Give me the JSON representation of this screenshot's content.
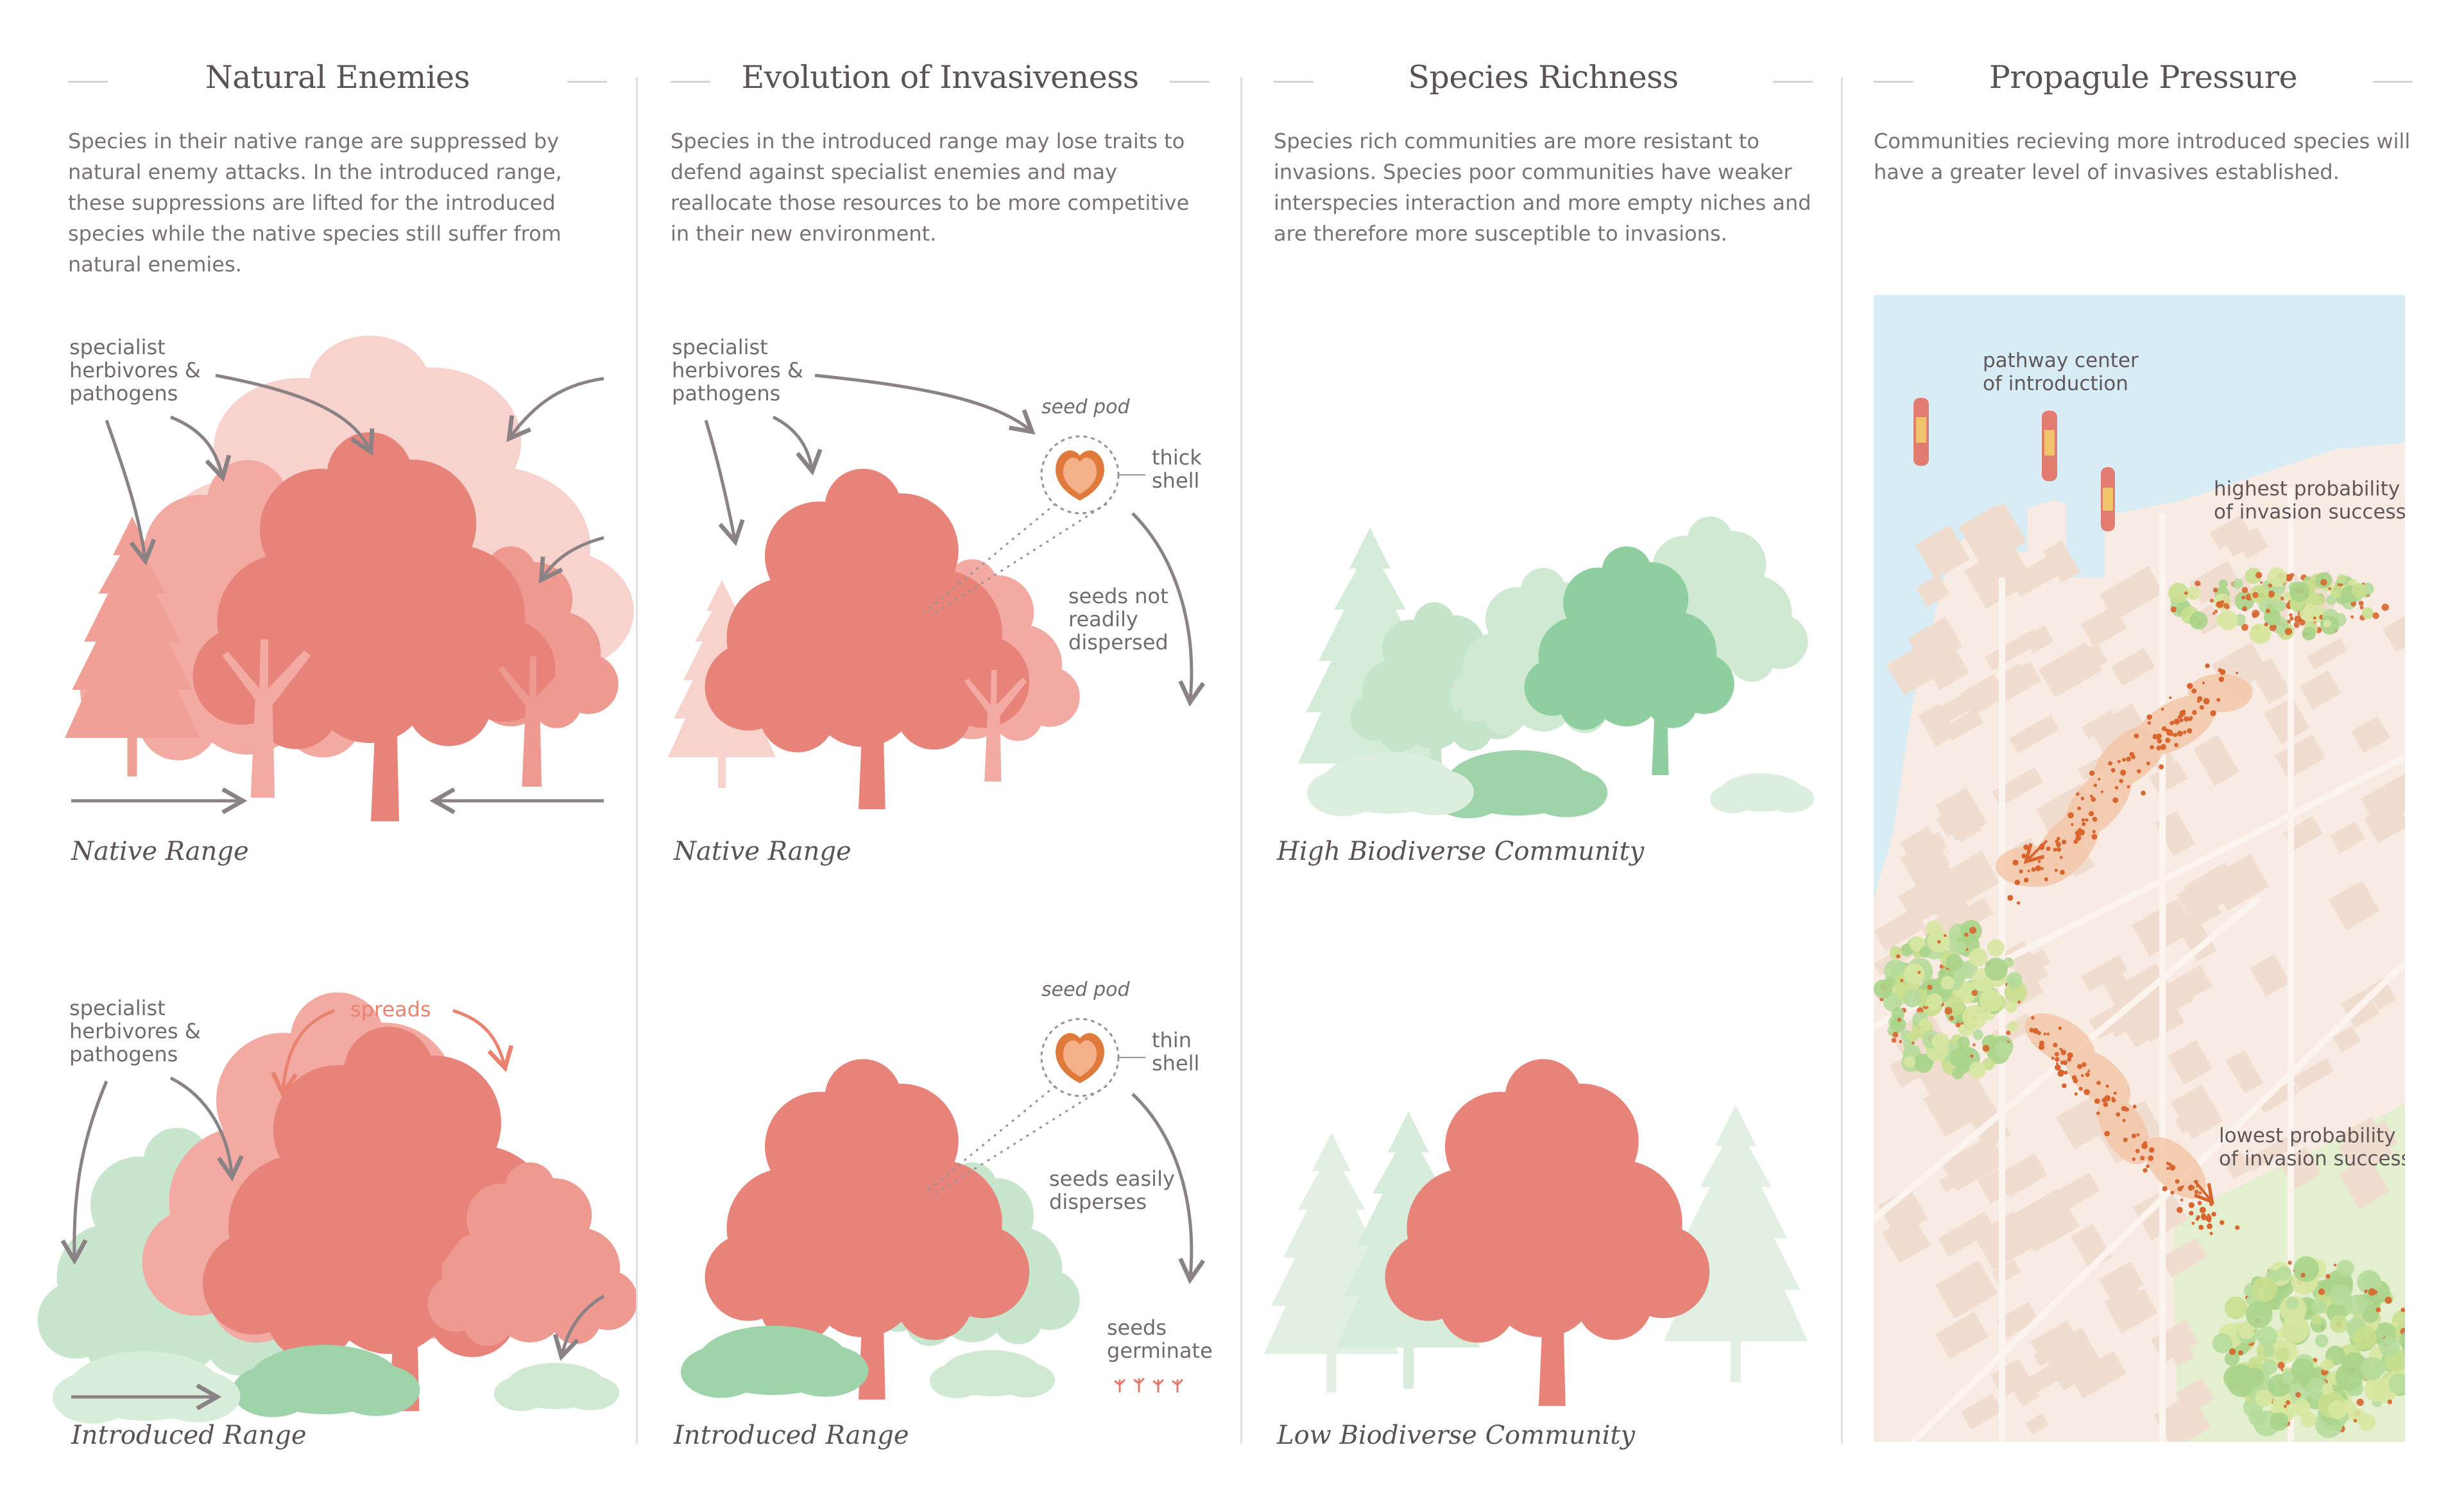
{
  "panels": [
    {
      "title": "Natural Enemies",
      "description": "Species in their native range are suppressed by natural enemy attacks. In the introduced range, these suppressions are lifted for the introduced species while the native species still suffer from natural enemies.",
      "native": {
        "label_lines": [
          "specialist",
          "herbivores &",
          "pathogens"
        ],
        "range": "Native Range"
      },
      "introduced": {
        "label_lines": [
          "specialist",
          "herbivores &",
          "pathogens"
        ],
        "spreads": "spreads",
        "range": "Introduced Range"
      }
    },
    {
      "title": "Evolution of Invasiveness",
      "description": "Species in the introduced range may lose traits to defend against specialist enemies and may reallocate those resources to be more competitive in their new environment.",
      "native": {
        "label_lines": [
          "specialist",
          "herbivores &",
          "pathogens"
        ],
        "seed_pod": "seed pod",
        "shell_lines": [
          "thick",
          "shell"
        ],
        "seeds_lines": [
          "seeds not",
          "readily",
          "dispersed"
        ],
        "range": "Native Range"
      },
      "introduced": {
        "seed_pod": "seed pod",
        "shell_lines": [
          "thin",
          "shell"
        ],
        "seeds_lines": [
          "seeds easily",
          "disperses"
        ],
        "germinate_lines": [
          "seeds",
          "germinate"
        ],
        "range": "Introduced Range"
      }
    },
    {
      "title": "Species Richness",
      "description": "Species rich communities are more resistant to invasions. Species poor communities have weaker interspecies interaction and more empty niches and are therefore more susceptible to invasions.",
      "high_label": "High Biodiverse Community",
      "low_label": "Low Biodiverse Community"
    },
    {
      "title": "Propagule Pressure",
      "description": "Communities recieving more introduced species will have a greater level of invasives established.",
      "map": {
        "pathway_lines": [
          "pathway center",
          "of introduction"
        ],
        "highest_lines": [
          "highest probability",
          "of invasion success"
        ],
        "lowest_lines": [
          "lowest probability",
          "of invasion success"
        ]
      }
    }
  ],
  "colors": {
    "invasive": "#e8837a",
    "invasive_light": "#f2aaa2",
    "invasive_pale": "#f8d3ce",
    "native_green": "#b9dfc0",
    "native_green_dark": "#8fcf9f",
    "arrow": "#8a8285",
    "accent_orange": "#d8662e",
    "water": "#d8ecf5",
    "land": "#f7ebe3",
    "park": "#e4efcf"
  }
}
